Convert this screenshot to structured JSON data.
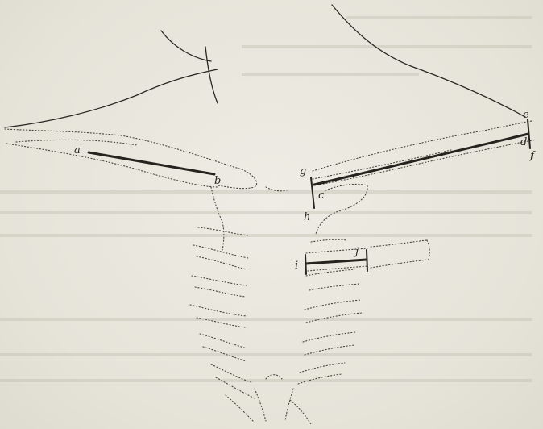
{
  "diagram": {
    "background": "#e8e6dd",
    "ink_color": "#2a2723",
    "point_labels": {
      "a": "a",
      "b": "b",
      "c": "c",
      "d": "d",
      "e": "e",
      "f": "f",
      "g": "g",
      "h": "h",
      "i": "i",
      "j": "j"
    }
  }
}
